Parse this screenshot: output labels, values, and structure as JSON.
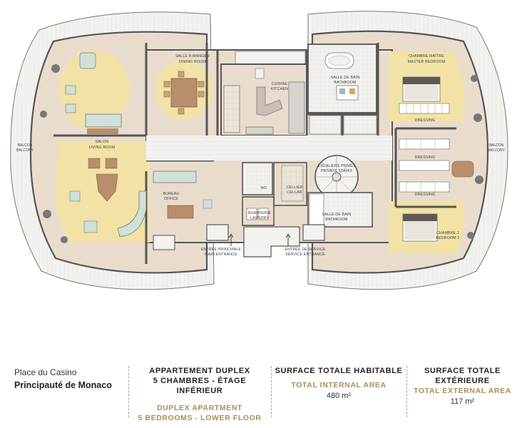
{
  "plan": {
    "rooms": {
      "dining": [
        "SALLE À MANGER",
        "DINING ROOM"
      ],
      "kitchen": [
        "CUISINE",
        "KITCHEN"
      ],
      "bath1": [
        "SALLE DE BAIN",
        "BATHROOM"
      ],
      "master": [
        "CHAMBRE MAÎTRE",
        "MASTER BEDROOM"
      ],
      "living": [
        "SALON",
        "LIVING ROOM"
      ],
      "dressing1": "DRESSING",
      "dressing2": "DRESSING",
      "dressing3": "DRESSING",
      "stairs": [
        "ESCALIERS PRIVÉS",
        "PRIVATE STAIRS"
      ],
      "wc": "WC",
      "cellar": [
        "CELLIER",
        "CELLAR"
      ],
      "office": [
        "BUREAU",
        "OFFICE"
      ],
      "laundry": [
        "BUANDERIE",
        "LAUNDRY"
      ],
      "bath2": [
        "SALLE DE BAIN",
        "BATHROOM"
      ],
      "bedroom2": [
        "CHAMBRE 2",
        "BEDROOM 2"
      ],
      "balcony_left": [
        "BALCON",
        "BALCONY"
      ],
      "balcony_right": [
        "BALCON",
        "BALCONY"
      ],
      "main_entrance": [
        "ENTRÉE PRINCIPALE",
        "MAIN ENTRANCE"
      ],
      "service_entrance": [
        "ENTRÉE DE SERVICE",
        "SERVICE ENTRANCE"
      ]
    }
  },
  "footer": {
    "location_line1": "Place du Casino",
    "location_line2": "Principauté de Monaco",
    "apartment_fr_1": "APPARTEMENT DUPLEX",
    "apartment_fr_2": "5 CHAMBRES - ÉTAGE INFÉRIEUR",
    "apartment_en_1": "DUPLEX APARTMENT",
    "apartment_en_2": "5 BEDROOMS - LOWER FLOOR",
    "internal_fr": "SURFACE TOTALE HABITABLE",
    "internal_en": "TOTAL INTERNAL AREA",
    "internal_value": "480 m²",
    "external_fr_1": "SURFACE TOTALE",
    "external_fr_2": "EXTÉRIEURE",
    "external_en": "TOTAL EXTERNAL AREA",
    "external_value": "117 m²"
  },
  "colors": {
    "outer_band": "#eaeaea",
    "floor": "#eadccd",
    "rug": "#f2e2a6",
    "wall": "#555555",
    "gold": "#a88f5c"
  }
}
